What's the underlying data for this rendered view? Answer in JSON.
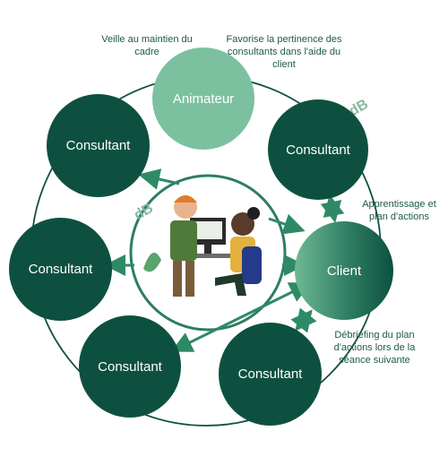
{
  "nodes": {
    "animateur": "Animateur",
    "client": "Client",
    "consultant_top_left": "Consultant",
    "consultant_top_right": "Consultant",
    "consultant_left": "Consultant",
    "consultant_bottom_left": "Consultant",
    "consultant_bottom_right": "Consultant"
  },
  "notes": {
    "veille": "Veille au maintien du cadre",
    "favorise": "Favorise la pertinence des consultants dans l'aide du client",
    "apprentissage": "Apprentissage et plan d'actions",
    "debriefing": "Débriefing du plan d'actions lors de la séance suivante"
  },
  "colors": {
    "dark_green": "#0e5040",
    "light_green": "#7cc19f",
    "accent_green": "#2e8a66"
  },
  "icons": [
    "logo-db-icon",
    "arrow-icon",
    "illustration-consultant-client"
  ]
}
